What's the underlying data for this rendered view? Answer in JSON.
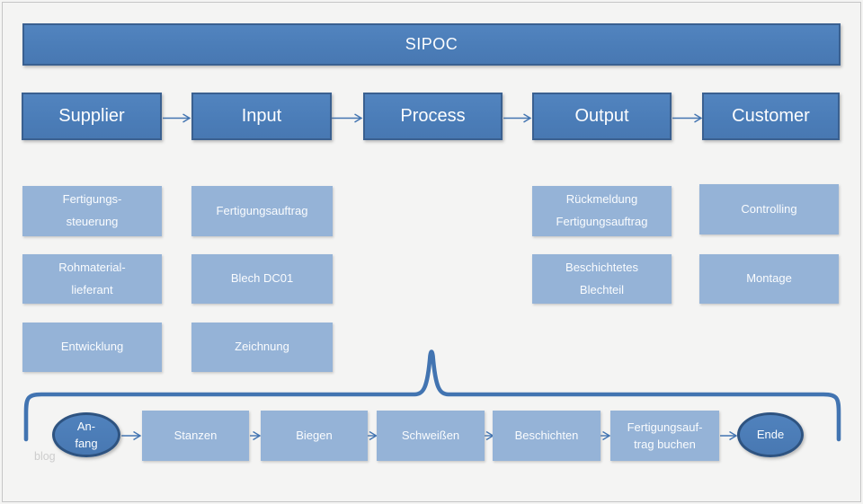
{
  "title_bar": {
    "label": "SIPOC"
  },
  "headers": {
    "supplier": "Supplier",
    "input": "Input",
    "process": "Process",
    "output": "Output",
    "customer": "Customer"
  },
  "supplier_items": {
    "fertigungssteuerung": "Fertigungs-\nsteuerung",
    "rohmateriallieferant": "Rohmaterial-\nlieferant",
    "entwicklung": "Entwicklung"
  },
  "input_items": {
    "fertigungsauftrag": "Fertigungsauftrag",
    "blech_dc01": "Blech DC01",
    "zeichnung": "Zeichnung"
  },
  "output_items": {
    "rueckmeldung_fertigungsauftrag": "Rückmeldung\nFertigungsauftrag",
    "beschichtetes_blechteil": "Beschichtetes\nBlechteil"
  },
  "customer_items": {
    "controlling": "Controlling",
    "montage": "Montage"
  },
  "process_steps": {
    "start": "An-\nfang",
    "stanzen": "Stanzen",
    "biegen": "Biegen",
    "schweissen": "Schweißen",
    "beschichten": "Beschichten",
    "fertigungsauftrag_buchen": "Fertigungsauf-\ntrag buchen",
    "end": "Ende"
  },
  "watermark": "blog",
  "colors": {
    "dark_blue_fill": "#4b7db8",
    "dark_blue_border": "#3a6090",
    "light_blue_fill": "#95b3d7",
    "connector_blue": "#4274b1",
    "background": "#f4f4f3"
  }
}
